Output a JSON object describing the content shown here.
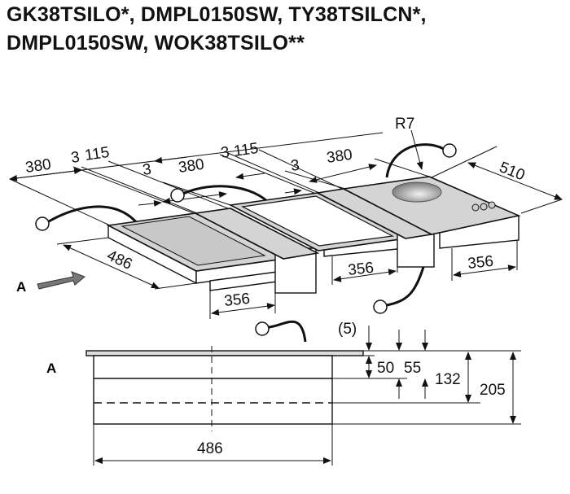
{
  "title": {
    "line1": "GK38TSILO*, DMPL0150SW, TY38TSILCN*,",
    "line2": "DMPL0150SW, WOK38TSILO**"
  },
  "top_view": {
    "widths": [
      "380",
      "3",
      "115",
      "3",
      "380",
      "3",
      "115",
      "3",
      "380"
    ],
    "depth_total": "486",
    "depth_wok": "510",
    "radius": "R7",
    "cutout_depths": [
      "356",
      "356",
      "356"
    ],
    "view_marker": "A"
  },
  "side_view": {
    "view_marker": "A",
    "gap": "(5)",
    "dims": [
      "50",
      "55",
      "132",
      "205"
    ],
    "depth": "486"
  }
}
